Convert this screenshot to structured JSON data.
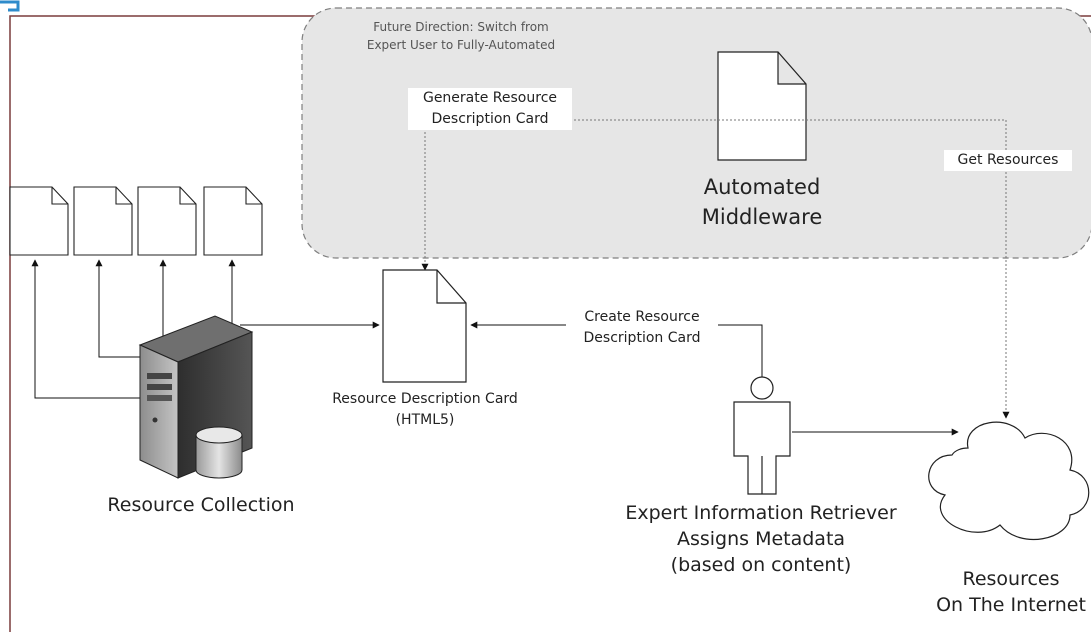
{
  "labels": {
    "future_direction_line1": "Future Direction: Switch from",
    "future_direction_line2": "Expert User to Fully-Automated",
    "generate_rdc_line1": "Generate Resource",
    "generate_rdc_line2": "Description Card",
    "middleware_line1": "Automated",
    "middleware_line2": "Middleware",
    "get_resources": "Get Resources",
    "create_rdc_line1": "Create Resource",
    "create_rdc_line2": "Description Card",
    "rdc_line1": "Resource Description Card",
    "rdc_line2": "(HTML5)",
    "resource_collection": "Resource Collection",
    "expert_line1": "Expert Information Retriever",
    "expert_line2": "Assigns Metadata",
    "expert_line3": "(based on content)",
    "internet_line1": "Resources",
    "internet_line2": "On The Internet"
  },
  "colors": {
    "frame_border": "#7a3b3b",
    "top_accent": "#2e8bcb",
    "future_region_fill": "#e6e6e6",
    "future_region_border": "#7f7f7f",
    "server_dark": "#3a3a3a",
    "server_light": "#9a9a9a"
  }
}
